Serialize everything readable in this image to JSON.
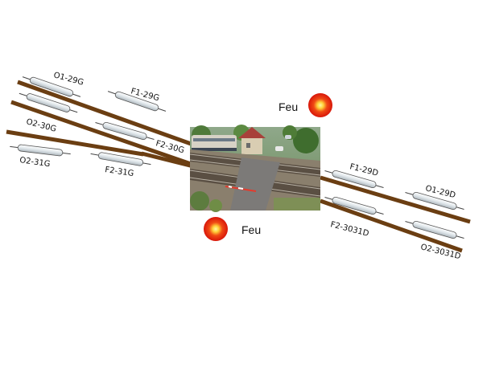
{
  "colors": {
    "track": "#6b3e12",
    "background": "#ffffff",
    "sensor_glass": "#eef2f4",
    "sensor_outline": "#555555",
    "led_red": "#e81a0a",
    "led_core": "#ffd23a"
  },
  "signals": {
    "top": {
      "label": "Feu",
      "icon": "red-signal-light"
    },
    "bottom": {
      "label": "Feu",
      "icon": "red-signal-light"
    }
  },
  "sensors": {
    "o1_29g": "O1-29G",
    "f1_29g": "F1-29G",
    "o2_30g": "O2-30G",
    "f2_30g": "F2-30G",
    "o2_31g": "O2-31G",
    "f2_31g": "F2-31G",
    "f1_29d": "F1-29D",
    "o1_29d": "O1-29D",
    "f2_3031d": "F2-3031D",
    "o2_3031d": "O2-3031D"
  },
  "photo": {
    "icon": "level-crossing-photo"
  }
}
